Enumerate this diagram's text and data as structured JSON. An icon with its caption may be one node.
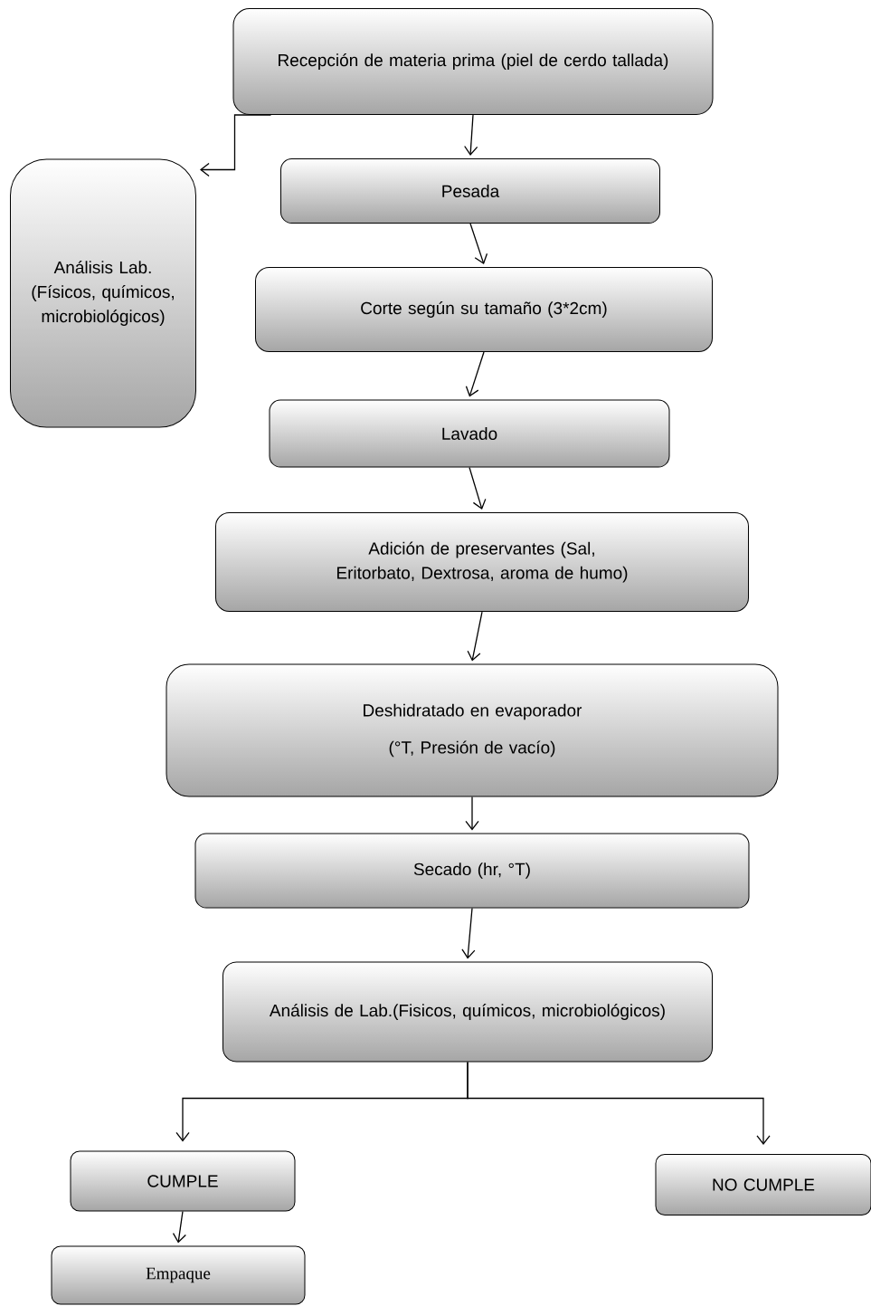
{
  "diagram": {
    "nodes": [
      {
        "text": [
          "Recepción de materia prima (piel de cerdo tallada)"
        ]
      },
      {
        "text": [
          "Análisis Lab. (Físicos, químicos, microbiológicos)"
        ]
      },
      {
        "text": [
          "Pesada"
        ]
      },
      {
        "text": [
          "Corte según su tamaño (3*2cm)"
        ]
      },
      {
        "text": [
          "Lavado"
        ]
      },
      {
        "text": [
          "Adición de preservantes (Sal, Eritorbato, Dextrosa, aroma de humo)"
        ]
      },
      {
        "text": [
          "Deshidratado en evaporador",
          "(°T, Presión de vacío)"
        ]
      },
      {
        "text": [
          "Secado (hr, °T)"
        ]
      },
      {
        "text": [
          "Análisis de Lab.(Fisicos, químicos, microbiológicos)"
        ]
      },
      {
        "text": [
          "CUMPLE"
        ]
      },
      {
        "text": [
          "NO CUMPLE"
        ]
      },
      {
        "text": [
          "Empaque"
        ]
      }
    ],
    "edges": [
      {
        "from": 0,
        "to": 1,
        "arrow": "to"
      },
      {
        "from": 0,
        "to": 2,
        "arrow": "to"
      },
      {
        "from": 2,
        "to": 3,
        "arrow": "to"
      },
      {
        "from": 3,
        "to": 4,
        "arrow": "to"
      },
      {
        "from": 4,
        "to": 5,
        "arrow": "to"
      },
      {
        "from": 5,
        "to": 6,
        "arrow": "to"
      },
      {
        "from": 6,
        "to": 7,
        "arrow": "to"
      },
      {
        "from": 7,
        "to": 8,
        "arrow": "to"
      },
      {
        "from": 8,
        "to": 9,
        "arrow": "to"
      },
      {
        "from": 8,
        "to": 10,
        "arrow": "to"
      },
      {
        "from": 9,
        "to": 11,
        "arrow": "to"
      }
    ]
  }
}
